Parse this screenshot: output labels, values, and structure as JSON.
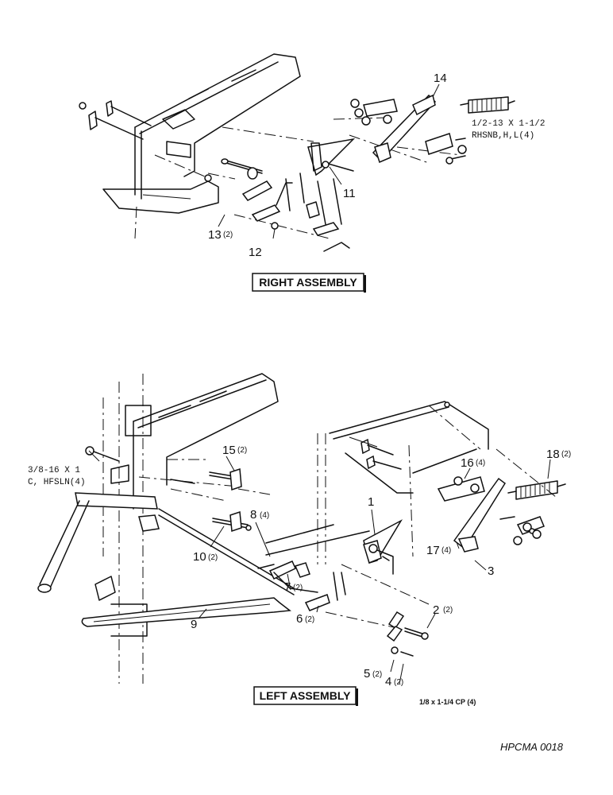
{
  "right_assembly": {
    "title": "RIGHT ASSEMBLY",
    "callouts": {
      "c14": "14",
      "c11": "11",
      "c12": "12",
      "c13": "13",
      "c13q": "(2)"
    },
    "spec_line1": "1/2-13 X 1-1/2",
    "spec_line2": "RHSNB,H,L(4)"
  },
  "left_assembly": {
    "title": "LEFT ASSEMBLY",
    "callouts": {
      "c1": "1",
      "c2": "2",
      "c2q": "(2)",
      "c3": "3",
      "c4": "4",
      "c4q": "(2)",
      "c5": "5",
      "c5q": "(2)",
      "c6": "6",
      "c6q": "(2)",
      "c7": "7",
      "c7q": "(2)",
      "c8": "8",
      "c8q": "(4)",
      "c9": "9",
      "c10": "10",
      "c10q": "(2)",
      "c15": "15",
      "c15q": "(2)",
      "c16": "16",
      "c16q": "(4)",
      "c17": "17",
      "c17q": "(4)",
      "c18": "18",
      "c18q": "(2)"
    },
    "bolt_spec_line1": "3/8-16 X 1",
    "bolt_spec_line2": "C, HFSLN(4)",
    "pin_spec": "1/8 x 1-1/4 CP (4)"
  },
  "reference_code": "HPCMA 0018"
}
